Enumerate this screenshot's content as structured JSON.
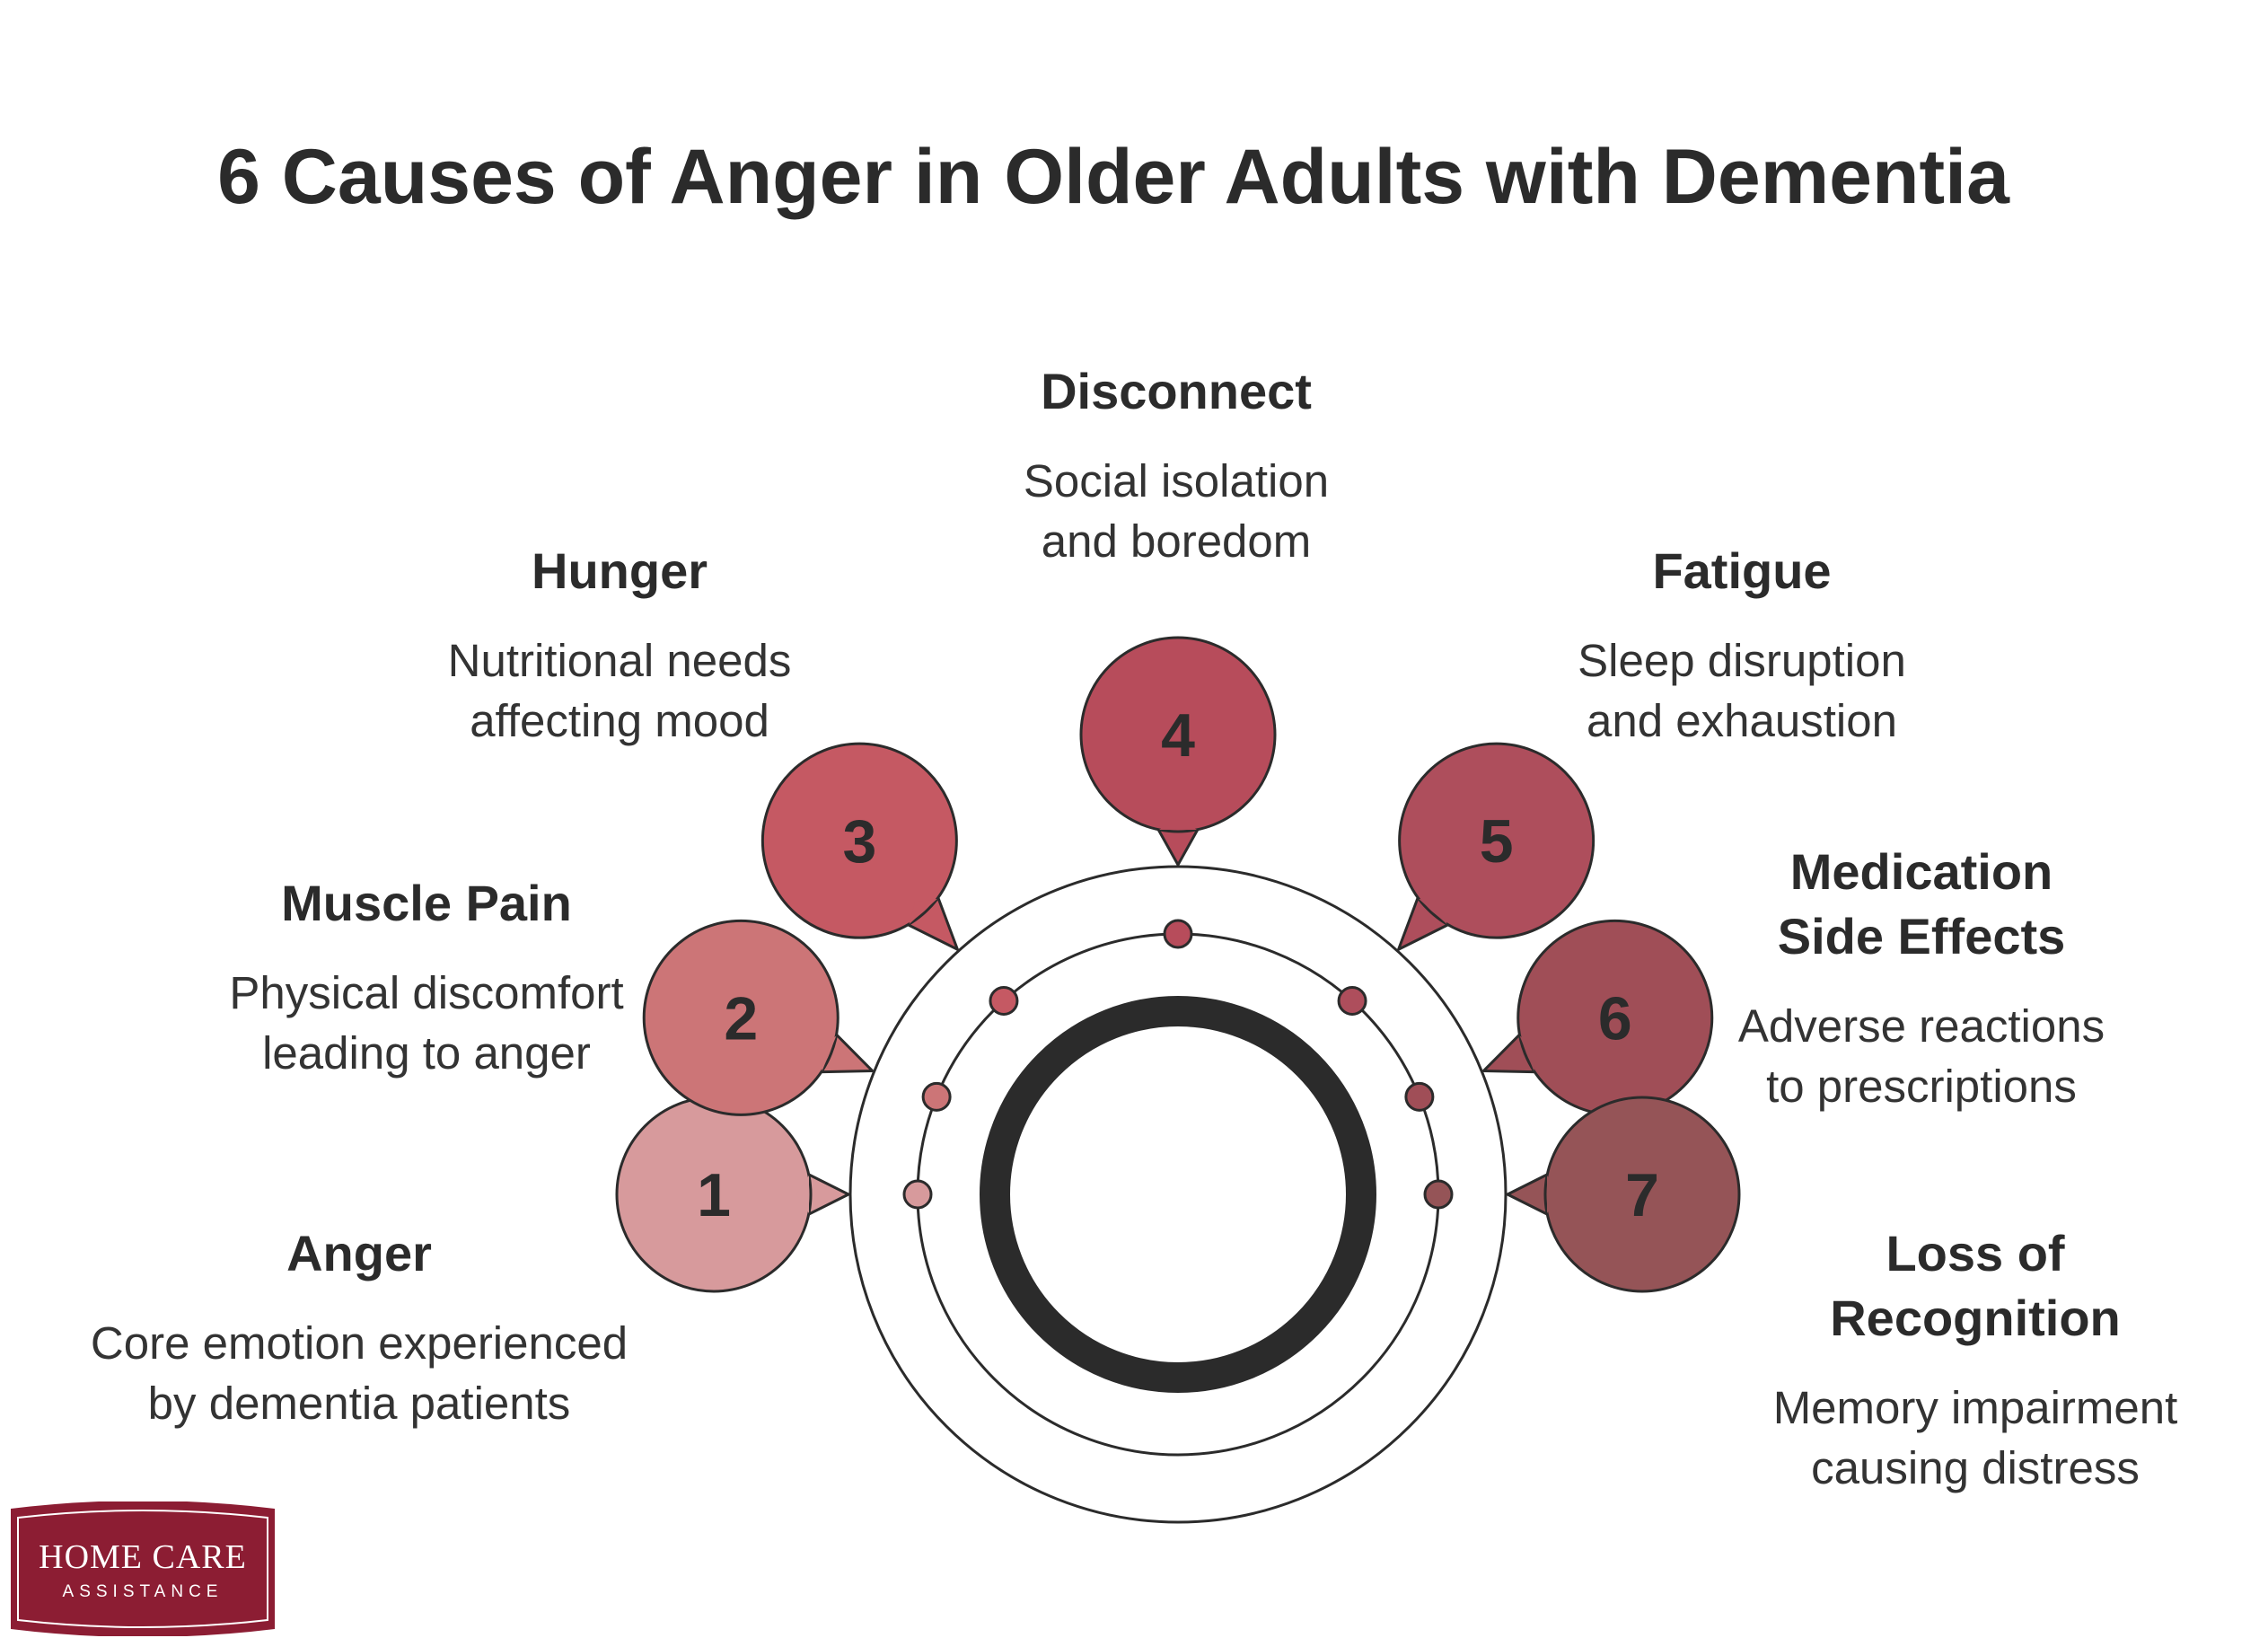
{
  "title": "6 Causes of Anger in Older Adults with Dementia",
  "colors": {
    "text": "#2b2b2b",
    "outline": "#2b2b2b",
    "brand": "#8c1d33",
    "bubbles": [
      "#d79a9c",
      "#cc7577",
      "#c55963",
      "#b74c5b",
      "#ae4e5c",
      "#a04e57",
      "#955457"
    ]
  },
  "causes": [
    {
      "number": "1",
      "heading": "Anger",
      "description": "Core emotion experienced\nby dementia patients"
    },
    {
      "number": "2",
      "heading": "Muscle Pain",
      "description": "Physical discomfort\nleading to anger"
    },
    {
      "number": "3",
      "heading": "Hunger",
      "description": "Nutritional needs\naffecting mood"
    },
    {
      "number": "4",
      "heading": "Disconnect",
      "description": "Social isolation\nand boredom"
    },
    {
      "number": "5",
      "heading": "Fatigue",
      "description": "Sleep disruption\nand exhaustion"
    },
    {
      "number": "6",
      "heading": "Medication\nSide Effects",
      "description": "Adverse reactions\nto prescriptions"
    },
    {
      "number": "7",
      "heading": "Loss of\nRecognition",
      "description": "Memory impairment\ncausing distress"
    }
  ],
  "logo": {
    "line1": "HOME CARE",
    "line2": "ASSISTANCE"
  }
}
